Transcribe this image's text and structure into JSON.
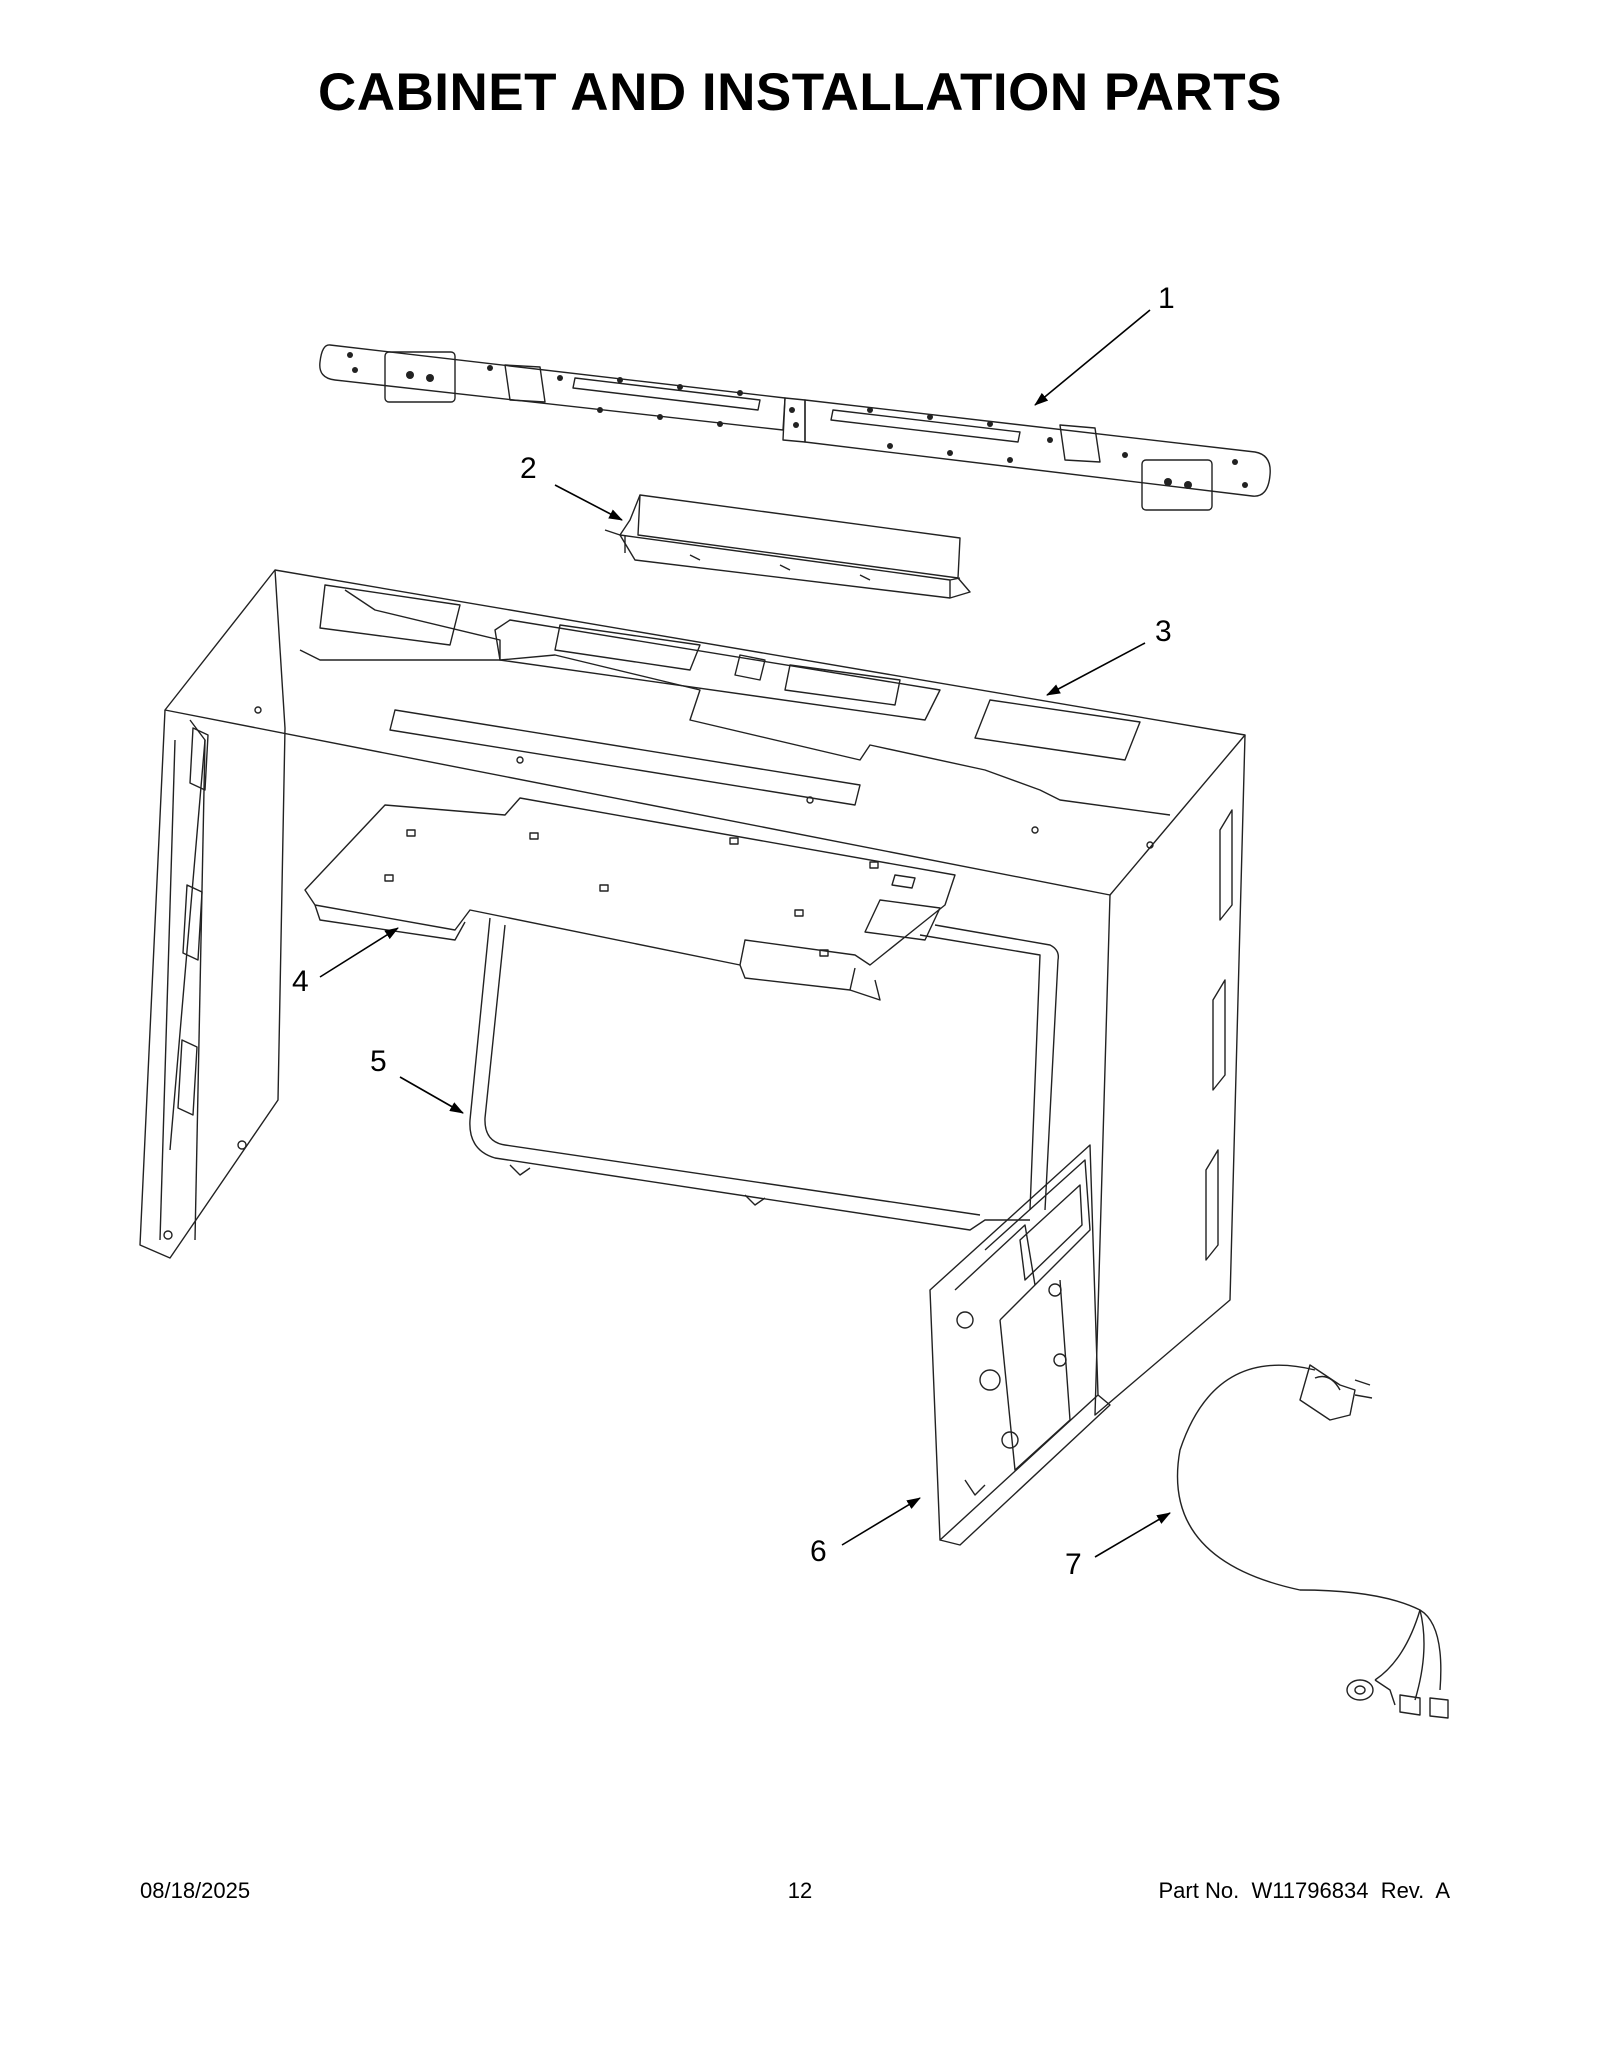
{
  "title": "CABINET AND INSTALLATION PARTS",
  "callouts": [
    {
      "id": "1",
      "label": "1",
      "part": "mounting-plate"
    },
    {
      "id": "2",
      "label": "2",
      "part": "top-bracket"
    },
    {
      "id": "3",
      "label": "3",
      "part": "cabinet-wrapper"
    },
    {
      "id": "4",
      "label": "4",
      "part": "base-plate"
    },
    {
      "id": "5",
      "label": "5",
      "part": "frame"
    },
    {
      "id": "6",
      "label": "6",
      "part": "side-bracket"
    },
    {
      "id": "7",
      "label": "7",
      "part": "power-cord"
    }
  ],
  "footer": {
    "date": "08/18/2025",
    "page": "12",
    "part_label": "Part No.",
    "part_number": "W11796834",
    "rev_label": "Rev.",
    "rev": "A"
  }
}
